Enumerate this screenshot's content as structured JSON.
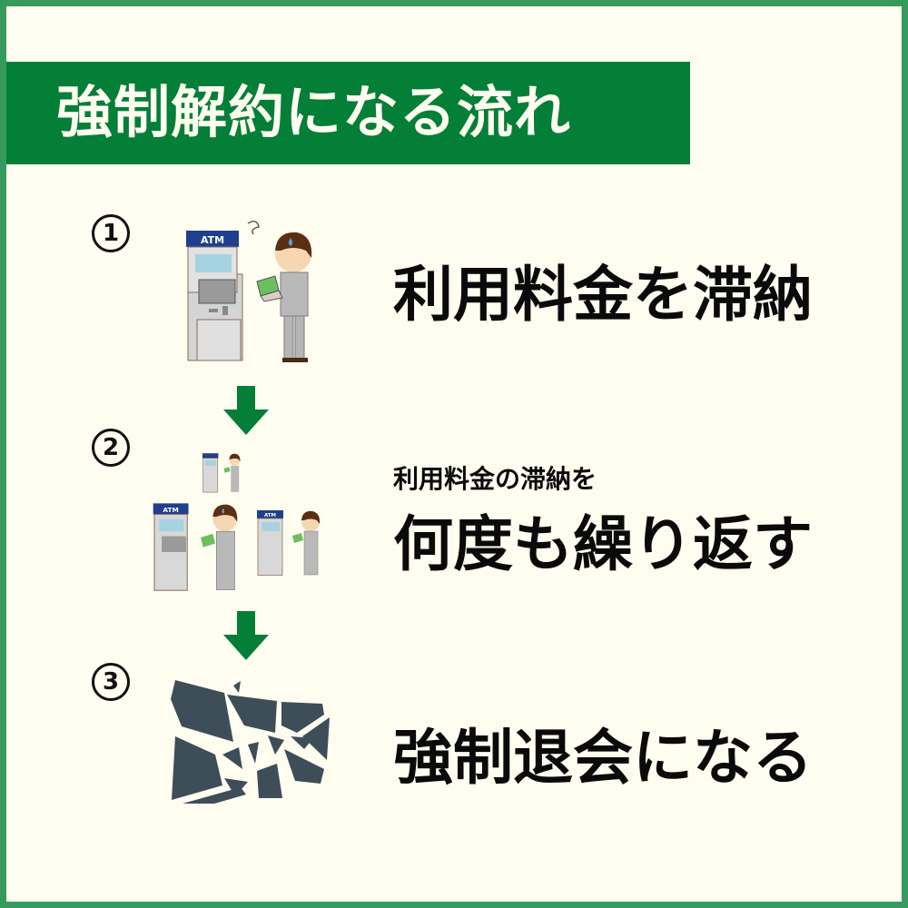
{
  "title": "強制解約になる流れ",
  "colors": {
    "border": "#379a5d",
    "title_bg": "#037f37",
    "background": "#fefdf0",
    "arrow": "#037f37",
    "text": "#0a0a0a",
    "card": "#3e4e58"
  },
  "steps": [
    {
      "number": "1",
      "illustration": "atm-man-worried-icon",
      "text": "利用料金を滞納"
    },
    {
      "number": "2",
      "illustration": "multiple-atm-men-icon",
      "subtext": "利用料金の滞納を",
      "text": "何度も繰り返す"
    },
    {
      "number": "3",
      "illustration": "broken-card-icon",
      "text": "強制退会になる"
    }
  ],
  "arrows": [
    "arrow-down-icon",
    "arrow-down-icon"
  ]
}
